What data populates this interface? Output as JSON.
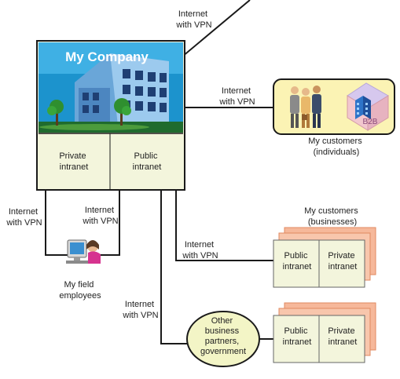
{
  "company": {
    "name": "My Company",
    "private_intranet": [
      "Private",
      "intranet"
    ],
    "public_intranet": [
      "Public",
      "intranet"
    ]
  },
  "connections": {
    "top": [
      "Internet",
      "with VPN"
    ],
    "customers_individuals": [
      "Internet",
      "with VPN"
    ],
    "field_left": [
      "Internet",
      "with VPN"
    ],
    "field_right": [
      "Internet",
      "with VPN"
    ],
    "businesses": [
      "Internet",
      "with VPN"
    ],
    "partners": [
      "Internet",
      "with VPN"
    ]
  },
  "customers_individuals": {
    "badge": "B2B",
    "caption": [
      "My customers",
      "(individuals)"
    ]
  },
  "customers_businesses": {
    "caption": [
      "My customers",
      "(businesses)"
    ],
    "public_intranet": [
      "Public",
      "intranet"
    ],
    "private_intranet": [
      "Private",
      "intranet"
    ]
  },
  "field_employees": {
    "caption": [
      "My field",
      "employees"
    ]
  },
  "partners": {
    "bubble": [
      "Other",
      "business",
      "partners,",
      "government"
    ],
    "public_intranet": [
      "Public",
      "intranet"
    ],
    "private_intranet": [
      "Private",
      "intranet"
    ]
  },
  "colors": {
    "line": "#1a1a1a",
    "intranet_fill": "#f3f5dc",
    "individuals_fill": "#fbf3b4",
    "bubble_fill": "#f3f5c6",
    "stack_back": "#f6b89a",
    "stack_edge": "#e08a60",
    "sky": "#1c93cd",
    "building": "#6aa6d8"
  }
}
